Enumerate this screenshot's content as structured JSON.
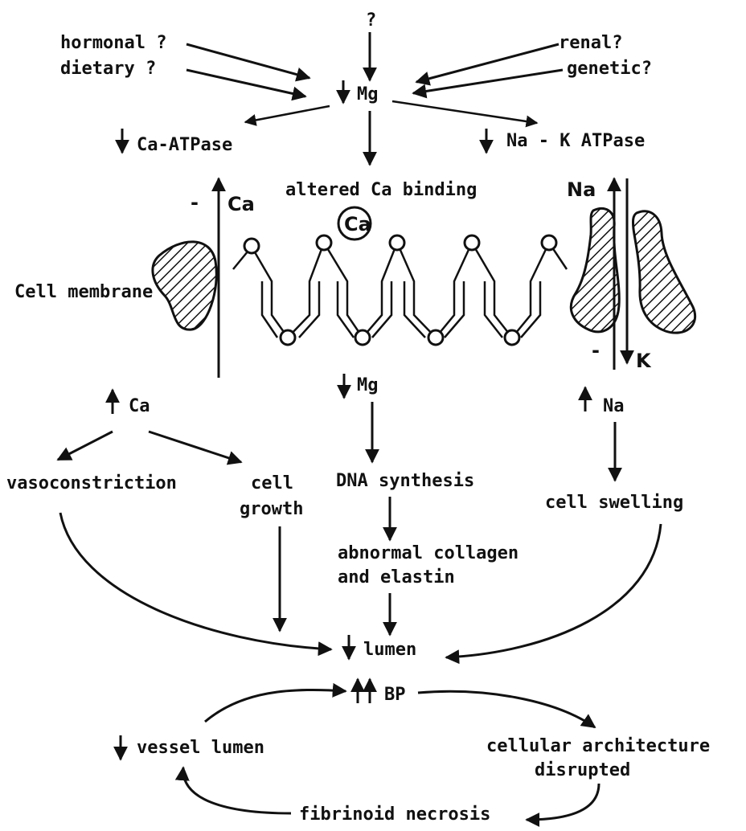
{
  "diagram": {
    "top_unknown": "?",
    "hormonal": "hormonal ?",
    "dietary": "dietary ?",
    "renal": "renal?",
    "genetic": "genetic?",
    "mg_top": "Mg",
    "ca_atpase": "Ca-ATPase",
    "na_k_atpase": "Na - K ATPase",
    "altered_binding": "altered Ca binding",
    "ca_circle": "Ca",
    "ca_channel": "Ca",
    "minus_left": "-",
    "na_channel": "Na",
    "k_channel": "K",
    "minus_right": "-",
    "cell_membrane": "Cell membrane",
    "mg_mid": "Mg",
    "ca_up": "Ca",
    "na_up": "Na",
    "vasoconstriction": "vasoconstriction",
    "cell_growth_1": "cell",
    "cell_growth_2": "growth",
    "dna_synthesis": "DNA synthesis",
    "cell_swelling": "cell swelling",
    "collagen_1": "abnormal collagen",
    "collagen_2": "and elastin",
    "lumen": "lumen",
    "bp": "BP",
    "vessel_lumen": "vessel lumen",
    "cellular_1": "cellular architecture",
    "cellular_2": "disrupted",
    "fibrinoid": "fibrinoid necrosis"
  }
}
